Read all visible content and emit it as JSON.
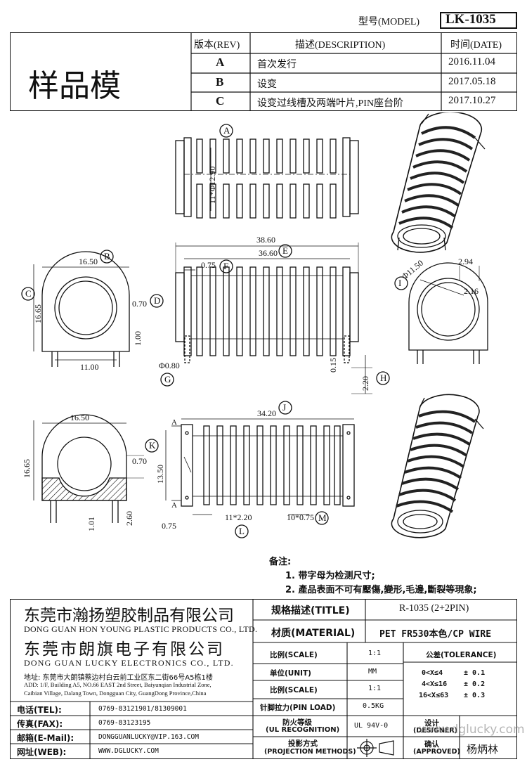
{
  "model": {
    "label": "型号(MODEL)",
    "value": "LK-1035"
  },
  "sample_label": "样品模",
  "revision": {
    "headers": [
      "版本(REV)",
      "描述(DESCRIPTION)",
      "时间(DATE)"
    ],
    "rows": [
      {
        "rev": "A",
        "desc": "首次发行",
        "date": "2016.11.04"
      },
      {
        "rev": "B",
        "desc": "设变",
        "date": "2017.05.18"
      },
      {
        "rev": "C",
        "desc": "设变过线槽及两端叶片,PIN座台阶",
        "date": "2017.10.27"
      }
    ]
  },
  "dims": {
    "d_11x12_90": "11*Φ12.90",
    "d_38_60": "38.60",
    "d_36_60": "36.60",
    "d_0_75": "0.75",
    "d_16_50": "16.50",
    "d_16_65": "16.65",
    "d_0_70": "0.70",
    "d_1_00": "1.00",
    "d_11_00": "11.00",
    "d_phi0_80": "Φ0.80",
    "d_0_15": "0.15",
    "d_2_20": "2.20",
    "d_phi11_50": "Φ11.50",
    "d_2_94": "2.94",
    "d_2_16": "2.16",
    "d_34_20": "34.20",
    "d_13_50": "13.50",
    "d_11x2_20": "11*2.20",
    "d_10x0_75": "10*0.75",
    "d_2_60": "2.60",
    "d_1_01": "1.01",
    "d_A": "A"
  },
  "markers": [
    "A",
    "B",
    "C",
    "D",
    "E",
    "F",
    "G",
    "H",
    "I",
    "J",
    "K",
    "L",
    "M"
  ],
  "notes": {
    "title": "备注:",
    "items": [
      "1. 带字母为检测尺寸;",
      "2. 產品表面不可有壓傷,變形,毛邊,斷裂等現象;"
    ]
  },
  "company": {
    "name1_cn": "东莞市瀚扬塑胶制品有限公司",
    "name1_en": "DONG GUAN HON YOUNG PLASTIC PRODUCTS CO., LTD.",
    "name2_cn": "东莞市朗旗电子有限公司",
    "name2_en": "DONG GUAN LUCKY ELECTRONICS CO., LTD.",
    "addr_cn": "地址: 东莞市大朗镇蔡边村白云前工业区东二街66号A5栋1楼",
    "addr_en1": "ADD: 1/F, Building A5, NO.66 EAST 2nd Street, Baiyunqian Industrial Zone,",
    "addr_en2": "Caibian Village, Dalang Town, Dongguan City, GuangDong Province,China"
  },
  "contacts": [
    {
      "label": "电话(TEL):",
      "value": "0769-83121901/81309001"
    },
    {
      "label": "传真(FAX):",
      "value": "0769-83123195"
    },
    {
      "label": "邮箱(E-Mail):",
      "value": "DONGGUANLUCKY@VIP.163.COM"
    },
    {
      "label": "网址(WEB):",
      "value": "WWW.DGLUCKY.COM"
    }
  ],
  "titleblock": {
    "title_label": "规格描述(TITLE)",
    "title_value": "R-1035 (2+2PIN)",
    "material_label": "材质(MATERIAL)",
    "material_value": "PET FR530本色/CP WIRE",
    "scale_label": "比例(SCALE)",
    "scale_value": "1:1",
    "unit_label": "单位(UNIT)",
    "unit_value": "MM",
    "scale2_label": "比例(SCALE)",
    "scale2_value": "1:1",
    "pinload_label": "针脚拉力(PIN LOAD)",
    "pinload_value": "0.5KG",
    "ul_label1": "防火等级",
    "ul_label2": "(UL RECOGNITION)",
    "ul_value": "UL 94V-0",
    "proj_label1": "投影方式",
    "proj_label2": "(PROJECTION METHODS)",
    "tol_label": "公差(TOLERANCE)",
    "tol_rows": [
      {
        "range": "0<X≤4",
        "value": "± 0.1"
      },
      {
        "range": "4<X≤16",
        "value": "± 0.2"
      },
      {
        "range": "16<X≤63",
        "value": "± 0.3"
      }
    ],
    "designer_label1": "设计",
    "designer_label2": "(DESIGNER)",
    "approved_label1": "确认",
    "approved_label2": "(APPROVED)",
    "approved_value": "杨炳林",
    "watermark": "www.dglucky.com"
  }
}
